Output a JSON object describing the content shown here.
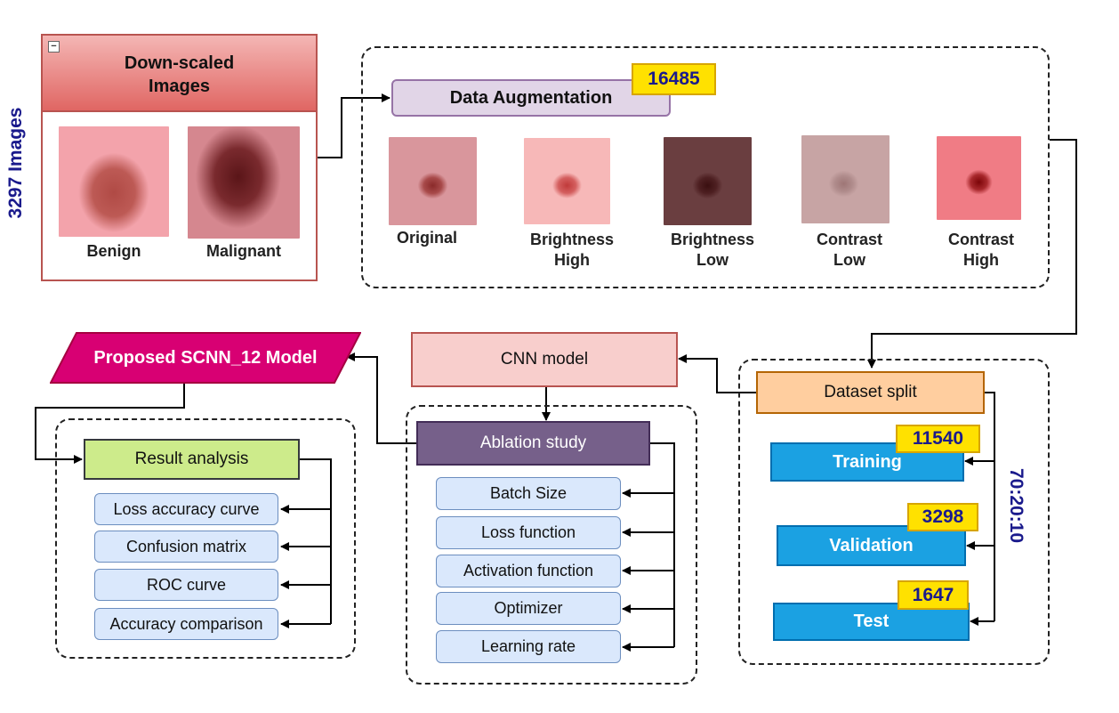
{
  "side_label": "3297 Images",
  "downscaled": {
    "title": "Down-scaled Images",
    "collapse_symbol": "−",
    "images": [
      {
        "label": "Benign",
        "bg": "#f3a3ab",
        "lesion": "#b04a45"
      },
      {
        "label": "Malignant",
        "bg": "#d5878f",
        "lesion": "#5a1518"
      }
    ]
  },
  "augmentation": {
    "title": "Data Augmentation",
    "count": "16485",
    "images": [
      {
        "label_1": "Original",
        "label_2": "",
        "bg": "#d9969c",
        "lesion": "#8a2a2a"
      },
      {
        "label_1": "Brightness",
        "label_2": "High",
        "bg": "#f7b8b8",
        "lesion": "#c03a3a"
      },
      {
        "label_1": "Brightness",
        "label_2": "Low",
        "bg": "#6a3e40",
        "lesion": "#3a0f10"
      },
      {
        "label_1": "Contrast",
        "label_2": "Low",
        "bg": "#c7a4a4",
        "lesion": "#9e7676"
      },
      {
        "label_1": "Contrast",
        "label_2": "High",
        "bg": "#f07c85",
        "lesion": "#7c0508"
      }
    ]
  },
  "split": {
    "title": "Dataset split",
    "ratio": "70:20:10",
    "training": {
      "label": "Training",
      "count": "11540"
    },
    "validation": {
      "label": "Validation",
      "count": "3298"
    },
    "test": {
      "label": "Test",
      "count": "1647"
    }
  },
  "cnn_model": "CNN model",
  "ablation": {
    "title": "Ablation study",
    "items": [
      "Batch Size",
      "Loss function",
      "Activation function",
      "Optimizer",
      "Learning rate"
    ]
  },
  "proposed_model": "Proposed SCNN_12 Model",
  "result": {
    "title": "Result analysis",
    "items": [
      "Loss accuracy curve",
      "Confusion matrix",
      "ROC curve",
      "Accuracy comparison"
    ]
  },
  "colors": {
    "navy_text": "#1a1a8c",
    "training_blue": "#1ba1e2",
    "proposed_magenta": "#d80073",
    "ablation_purple": "#76608a",
    "result_green": "#cdeb8b",
    "split_orange": "#ffce9f",
    "cnn_pink": "#f8cecc"
  },
  "icons": {
    "arrow": "arrow-head-icon"
  }
}
